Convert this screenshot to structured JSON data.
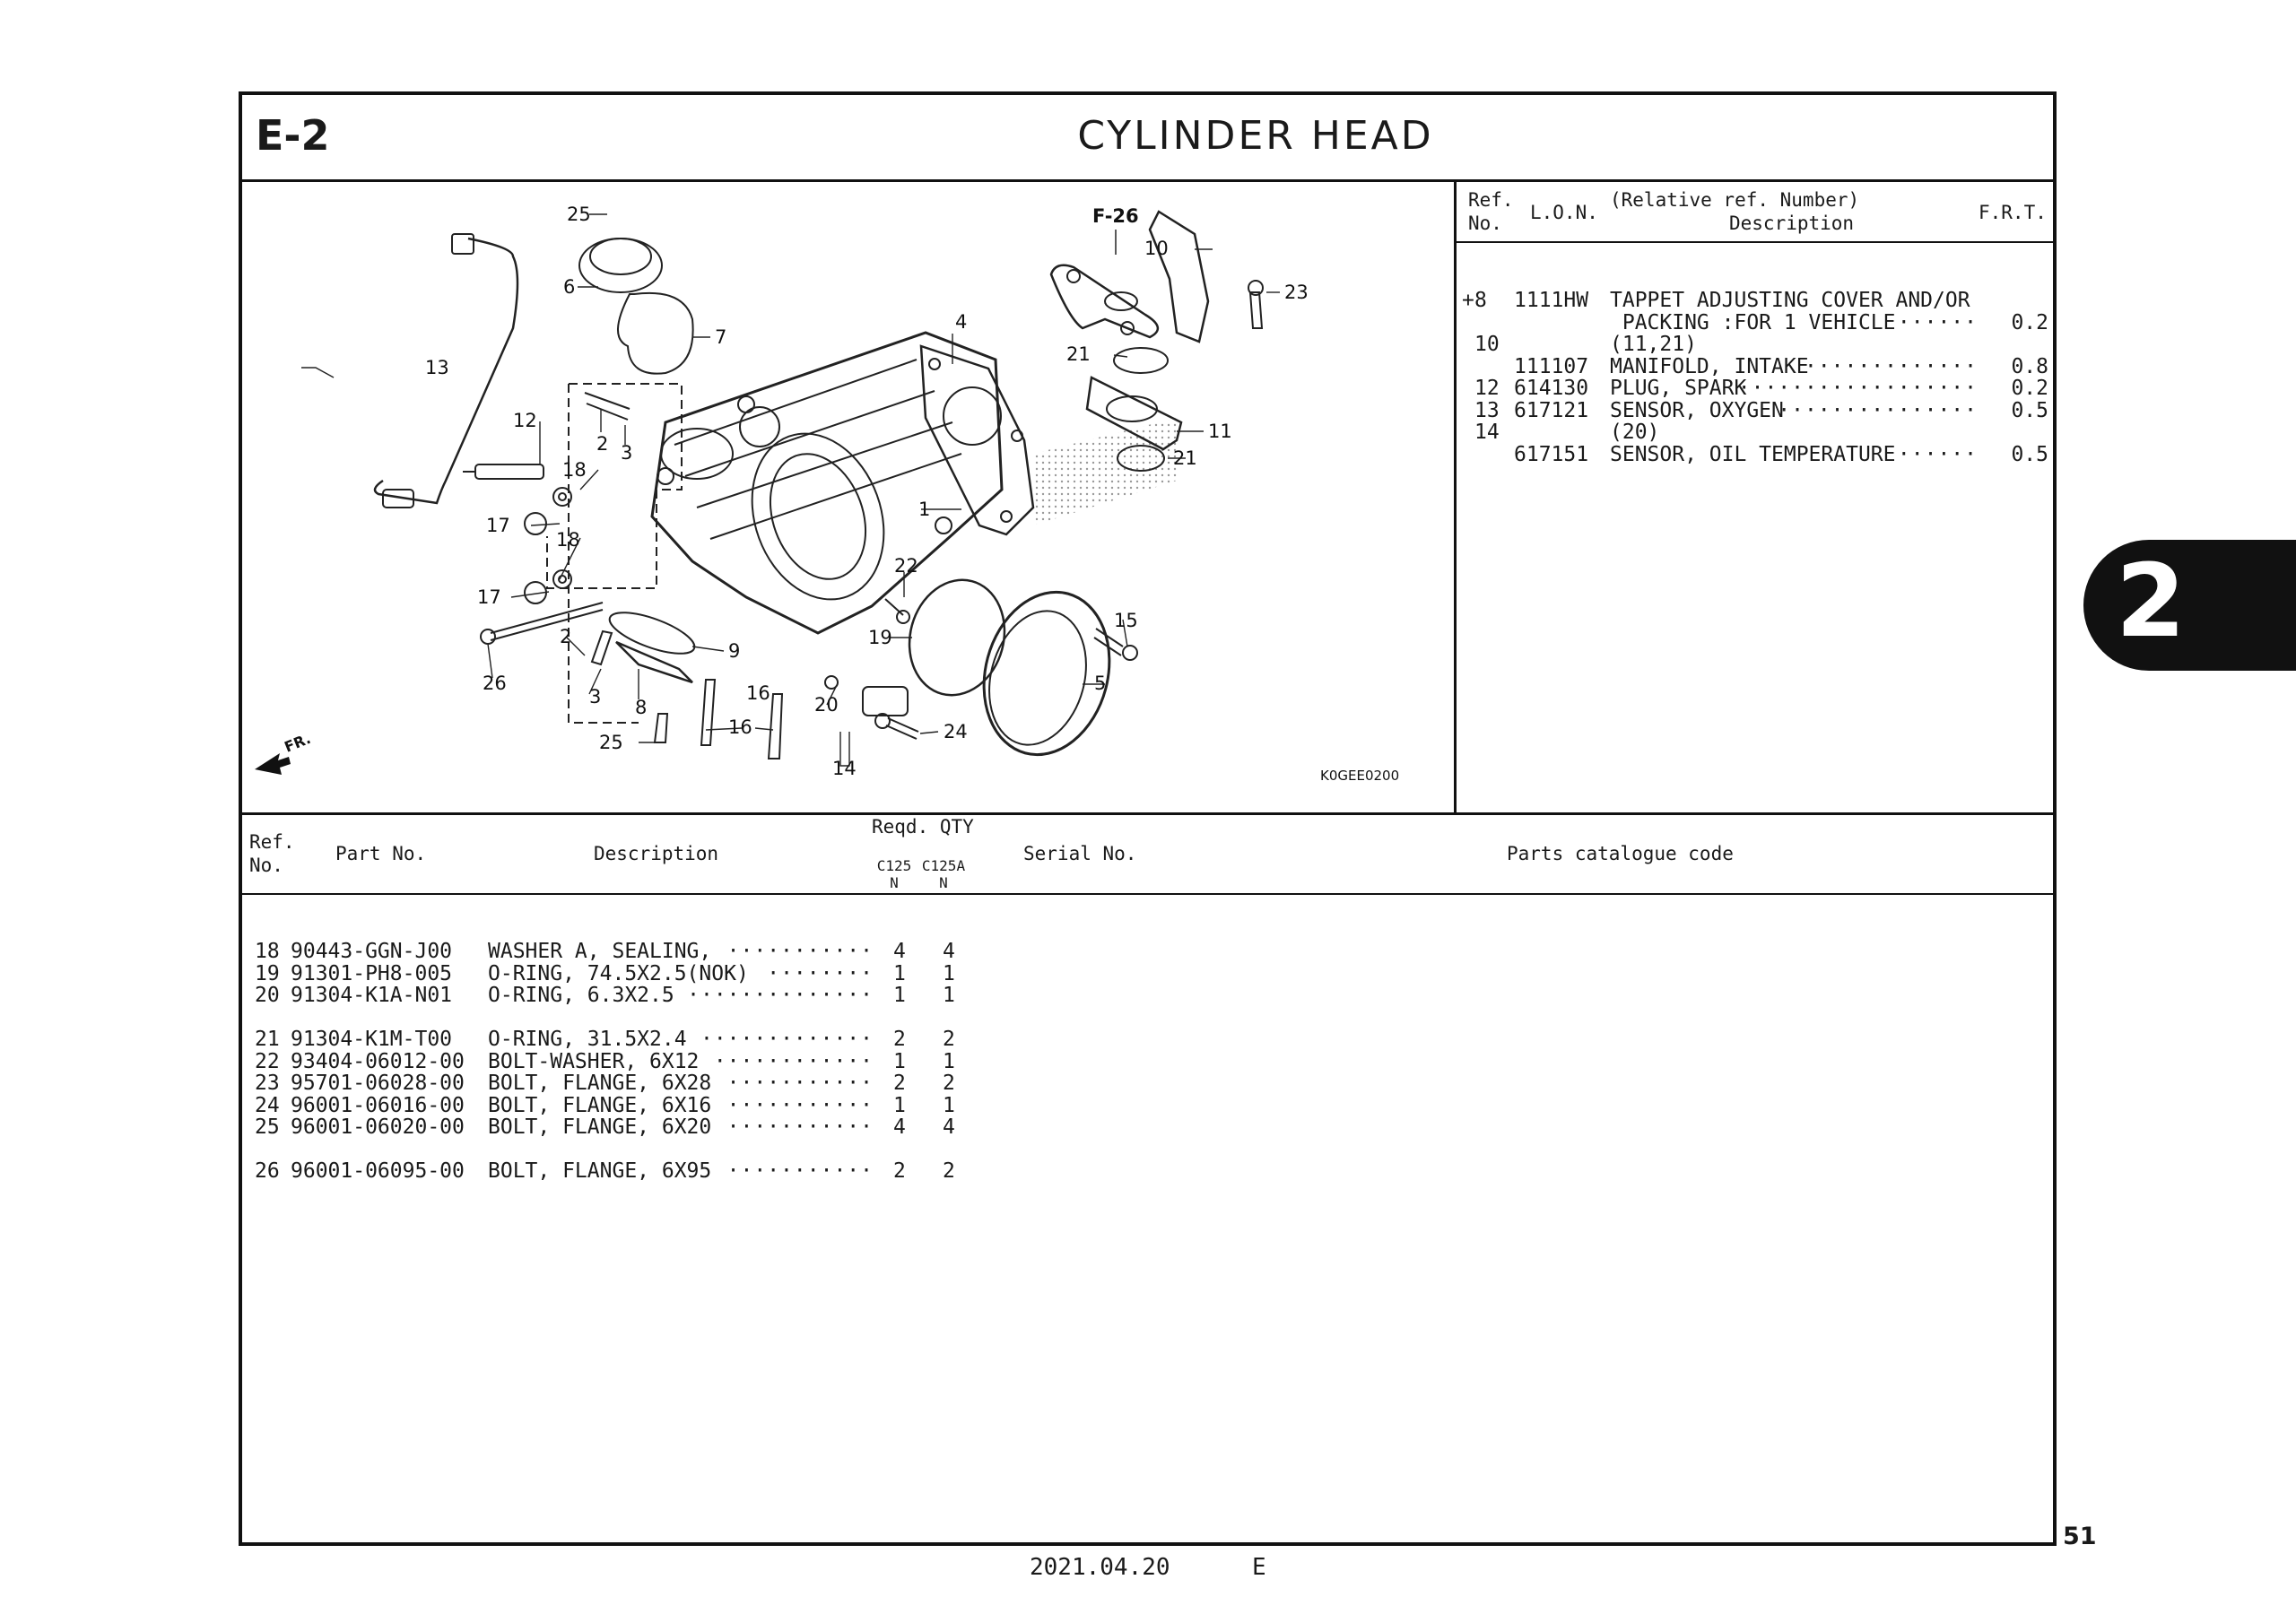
{
  "header": {
    "section": "E-2",
    "title": "CYLINDER HEAD"
  },
  "diagram": {
    "code": "K0GEE0200",
    "ref_code": "F-26",
    "front_label": "FR.",
    "callouts": [
      "25",
      "6",
      "7",
      "13",
      "12",
      "18",
      "17",
      "18",
      "17",
      "2",
      "3",
      "4",
      "1",
      "26",
      "2",
      "3",
      "8",
      "9",
      "16",
      "16",
      "25",
      "22",
      "19",
      "20",
      "14",
      "24",
      "15",
      "5",
      "10",
      "23",
      "21",
      "11",
      "21"
    ]
  },
  "frt_table": {
    "headers": {
      "ref_line1": "Ref.",
      "ref_line2": "No.",
      "lon": "L.O.N.",
      "desc_line1": "(Relative ref. Number)",
      "desc_line2": "Description",
      "frt": "F.R.T."
    },
    "rows": [
      {
        "mark": "+",
        "ref": "8",
        "lon": "1111HW",
        "desc": "TAPPET ADJUSTING COVER AND/OR",
        "frt": ""
      },
      {
        "mark": "",
        "ref": "",
        "lon": "",
        "desc": " PACKING :FOR 1 VEHICLE",
        "frt": "0.2",
        "dots": "······"
      },
      {
        "mark": "",
        "ref": "10",
        "lon": "",
        "desc": "(11,21)",
        "frt": ""
      },
      {
        "mark": "",
        "ref": "",
        "lon": "111107",
        "desc": "MANIFOLD, INTAKE",
        "frt": "0.8",
        "dots": "·············"
      },
      {
        "mark": "",
        "ref": "12",
        "lon": "614130",
        "desc": "PLUG, SPARK",
        "frt": "0.2",
        "dots": "··················"
      },
      {
        "mark": "",
        "ref": "13",
        "lon": "617121",
        "desc": "SENSOR, OXYGEN",
        "frt": "0.5",
        "dots": "···············"
      },
      {
        "mark": "",
        "ref": "14",
        "lon": "",
        "desc": "(20)",
        "frt": ""
      },
      {
        "mark": "",
        "ref": "",
        "lon": "617151",
        "desc": "SENSOR, OIL TEMPERATURE",
        "frt": "0.5",
        "dots": "······"
      }
    ]
  },
  "parts_table": {
    "headers": {
      "ref_line1": "Ref.",
      "ref_line2": "No.",
      "part_no": "Part No.",
      "description": "Description",
      "reqd_qty": "Reqd. QTY",
      "model1": "C125",
      "model1_sub": "N",
      "model2": "C125A",
      "model2_sub": "N",
      "serial": "Serial No.",
      "catalogue": "Parts catalogue code"
    },
    "rows": [
      {
        "ref": "18",
        "part": "90443-GGN-J00",
        "desc": "WASHER A, SEALING,",
        "dots": "···········",
        "q1": "4",
        "q2": "4"
      },
      {
        "ref": "19",
        "part": "91301-PH8-005",
        "desc": "O-RING, 74.5X2.5(NOK)",
        "dots": "········",
        "q1": "1",
        "q2": "1"
      },
      {
        "ref": "20",
        "part": "91304-K1A-N01",
        "desc": "O-RING, 6.3X2.5",
        "dots": "··············",
        "q1": "1",
        "q2": "1"
      },
      {
        "ref": "",
        "part": "",
        "desc": "",
        "dots": "",
        "q1": "",
        "q2": ""
      },
      {
        "ref": "21",
        "part": "91304-K1M-T00",
        "desc": "O-RING, 31.5X2.4",
        "dots": "·············",
        "q1": "2",
        "q2": "2"
      },
      {
        "ref": "22",
        "part": "93404-06012-00",
        "desc": "BOLT-WASHER, 6X12",
        "dots": "············",
        "q1": "1",
        "q2": "1"
      },
      {
        "ref": "23",
        "part": "95701-06028-00",
        "desc": "BOLT, FLANGE, 6X28",
        "dots": "···········",
        "q1": "2",
        "q2": "2"
      },
      {
        "ref": "24",
        "part": "96001-06016-00",
        "desc": "BOLT, FLANGE, 6X16",
        "dots": "···········",
        "q1": "1",
        "q2": "1"
      },
      {
        "ref": "25",
        "part": "96001-06020-00",
        "desc": "BOLT, FLANGE, 6X20",
        "dots": "···········",
        "q1": "4",
        "q2": "4"
      },
      {
        "ref": "",
        "part": "",
        "desc": "",
        "dots": "",
        "q1": "",
        "q2": ""
      },
      {
        "ref": "26",
        "part": "96001-06095-00",
        "desc": "BOLT, FLANGE, 6X95",
        "dots": "···········",
        "q1": "2",
        "q2": "2"
      }
    ]
  },
  "side_tab": "2",
  "page_number": "51",
  "footer": {
    "date": "2021.04.20",
    "edition": "E"
  }
}
